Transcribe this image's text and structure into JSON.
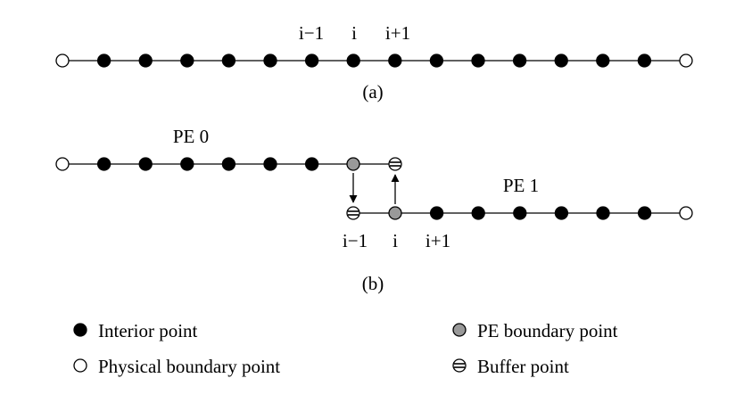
{
  "panel_a": {
    "labels": {
      "prev": "i−1",
      "cur": "i",
      "next": "i+1"
    },
    "caption": "(a)"
  },
  "panel_b": {
    "pe0_label": "PE 0",
    "pe1_label": "PE 1",
    "labels": {
      "prev": "i−1",
      "cur": "i",
      "next": "i+1"
    },
    "caption": "(b)"
  },
  "legend": {
    "interior": "Interior point",
    "physical": "Physical boundary point",
    "pe_boundary": "PE boundary point",
    "buffer": "Buffer point"
  },
  "colors": {
    "interior": "#000000",
    "physical": "#ffffff",
    "pe_boundary": "#999999",
    "buffer": "#ffffff"
  }
}
